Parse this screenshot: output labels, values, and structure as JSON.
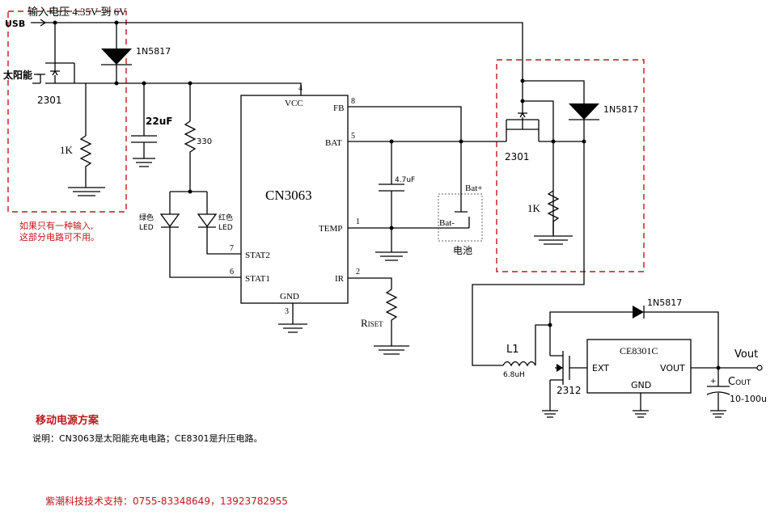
{
  "colors": {
    "line": "#000000",
    "dashed_box": "#c0161c",
    "note_text": "#c0161c",
    "title_text": "#c0161c",
    "support_text": "#c0161c"
  },
  "labels": {
    "usb": "USB",
    "input_voltage": "输入电压  4.35V  到  6V",
    "solar": "太阳能",
    "diode_top": "1N5817",
    "pmos_left": "2301",
    "res_1k_left": "1K",
    "cap_22uf": "22uF",
    "res_330": "330",
    "led_green": "绿色\nLED",
    "led_red": "红色\nLED",
    "note_line1": "如果只有一种输入,",
    "note_line2": "这部分电路可不用。",
    "ic_name": "CN3063",
    "pin_vcc": "VCC",
    "pin_fb": "FB",
    "pin_bat": "BAT",
    "pin_temp": "TEMP",
    "pin_ir": "IR",
    "pin_stat2": "STAT2",
    "pin_stat1": "STAT1",
    "pin_gnd": "GND",
    "num_4": "4",
    "num_8": "8",
    "num_5": "5",
    "num_1": "1",
    "num_2": "2",
    "num_7": "7",
    "num_6": "6",
    "num_3": "3",
    "cap_47uf": "4.7uF",
    "bat_plus": "Bat+",
    "bat_minus": "Bat-",
    "battery": "电池",
    "riset_r": "R",
    "riset_sub": "ISET",
    "diode_right": "1N5817",
    "pmos_right": "2301",
    "res_1k_right": "1K",
    "diode_boost": "1N5817",
    "inductor": "L1",
    "inductor_val": "6.8uH",
    "nmos": "2312",
    "boost_ic": "CE8301C",
    "pin_ext": "EXT",
    "pin_vout": "VOUT",
    "pin_gnd2": "GND",
    "vout": "Vout",
    "cout_c": "C",
    "cout_sub": "OUT",
    "cout_range": "10-100u",
    "title": "移动电源方案",
    "description": "说明：CN3063是太阳能充电电路；CE8301是升压电路。",
    "support": "紫潮科技技术支持：0755-83348649，13923782955"
  }
}
